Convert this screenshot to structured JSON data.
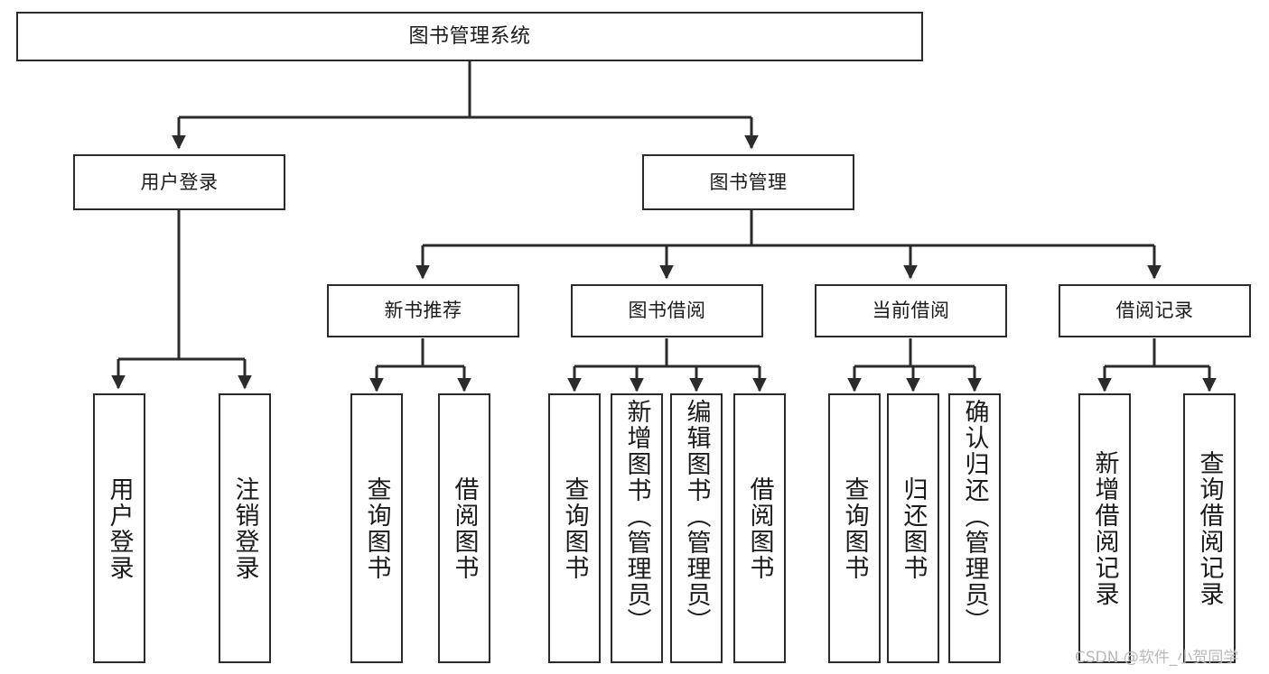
{
  "diagram": {
    "type": "tree-hierarchy",
    "title": "图书管理系统",
    "orientation": "top-down",
    "colors": {
      "box_border": "#2b2b2b",
      "box_fill": "#ffffff",
      "edge": "#2b2b2b",
      "text": "#1a1a1a",
      "watermark": "#b9b9b9"
    },
    "root": {
      "label": "图书管理系统"
    },
    "level2": [
      {
        "label": "用户登录"
      },
      {
        "label": "图书管理"
      }
    ],
    "level3": [
      {
        "label": "新书推荐"
      },
      {
        "label": "图书借阅"
      },
      {
        "label": "当前借阅"
      },
      {
        "label": "借阅记录"
      }
    ],
    "leaves": {
      "user_login": [
        {
          "label": "用户登录"
        },
        {
          "label": "注销登录"
        }
      ],
      "new_book": [
        {
          "label": "查询图书"
        },
        {
          "label": "借阅图书"
        }
      ],
      "book_borrow": [
        {
          "label": "查询图书"
        },
        {
          "label": "新增图书（管理员）"
        },
        {
          "label": "编辑图书（管理员）"
        },
        {
          "label": "借阅图书"
        }
      ],
      "current_borrow": [
        {
          "label": "查询图书"
        },
        {
          "label": "归还图书"
        },
        {
          "label": "确认归还（管理员）"
        }
      ],
      "borrow_record": [
        {
          "label": "新增借阅记录"
        },
        {
          "label": "查询借阅记录"
        }
      ]
    }
  },
  "watermark": {
    "text": "CSDN @软件_小贺同学"
  }
}
